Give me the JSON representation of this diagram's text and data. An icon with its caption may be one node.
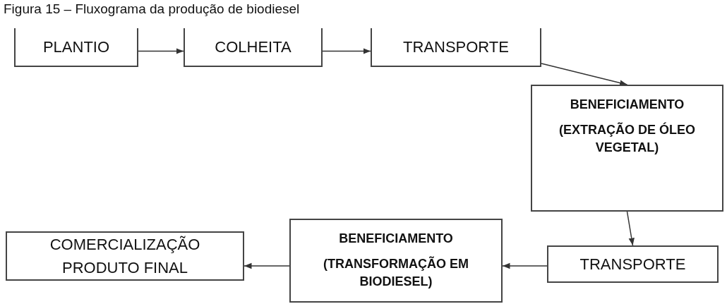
{
  "diagram": {
    "title": "Figura 15 – Fluxograma da produção de biodiesel",
    "nodes": [
      {
        "text": [
          "PLANTIO"
        ]
      },
      {
        "text": [
          "COLHEITA"
        ]
      },
      {
        "text": [
          "TRANSPORTE"
        ]
      },
      {
        "text": [
          "BENEFICIAMENTO",
          "(EXTRAÇÃO DE ÓLEO VEGETAL)"
        ]
      },
      {
        "text": [
          "TRANSPORTE"
        ]
      },
      {
        "text": [
          "BENEFICIAMENTO",
          "(TRANSFORMAÇÃO EM BIODIESEL)"
        ]
      },
      {
        "text": [
          "COMERCIALIZAÇÃO PRODUTO FINAL"
        ]
      }
    ],
    "edges": [
      {
        "from": 0,
        "to": 1,
        "arrow": "to"
      },
      {
        "from": 1,
        "to": 2,
        "arrow": "to"
      },
      {
        "from": 2,
        "to": 3,
        "arrow": "to"
      },
      {
        "from": 3,
        "to": 4,
        "arrow": "to"
      },
      {
        "from": 4,
        "to": 5,
        "arrow": "to"
      },
      {
        "from": 5,
        "to": 6,
        "arrow": "to"
      }
    ]
  }
}
